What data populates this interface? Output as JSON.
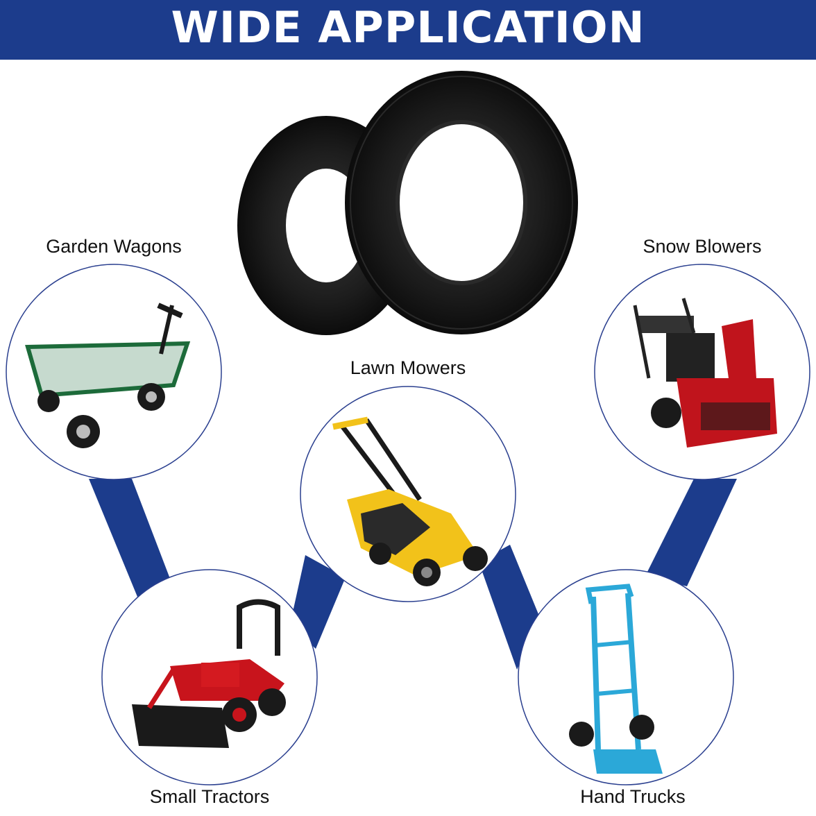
{
  "header": {
    "title": "WIDE APPLICATION"
  },
  "product": {
    "name": "inner tubes"
  },
  "applications": [
    {
      "label": "Garden Wagons",
      "icon": "garden-wagon-icon"
    },
    {
      "label": "Lawn Mowers",
      "icon": "lawn-mower-icon"
    },
    {
      "label": "Snow Blowers",
      "icon": "snow-blower-icon"
    },
    {
      "label": "Small Tractors",
      "icon": "small-tractor-icon"
    },
    {
      "label": "Hand Trucks",
      "icon": "hand-truck-icon"
    }
  ],
  "colors": {
    "banner": "#1c3c8c",
    "connector": "#1c3c8c",
    "circle_border": "#2a3f8f",
    "tube": "#1a1a1a"
  }
}
